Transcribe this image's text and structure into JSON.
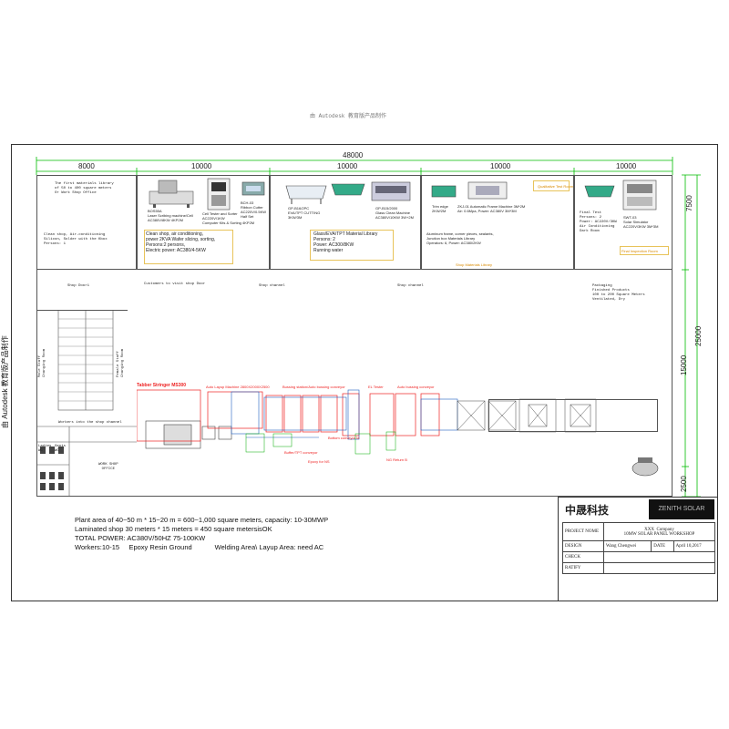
{
  "header": {
    "title": "由 Autodesk 教育版产品制作"
  },
  "side_watermark": "由 Autodesk 教育版产品制作",
  "dimensions": {
    "total": "48000",
    "bays": [
      "8000",
      "10000",
      "10000",
      "10000",
      "10000"
    ],
    "right": [
      "7500",
      "25000",
      "15000",
      "2500"
    ]
  },
  "rooms": {
    "materials": {
      "text": "The first materials library\nof 50 to 400 square meters\nOr Work Shop Office"
    },
    "clean_shop_left": {
      "text": "Clean shop, Air-conditioning\nSilicon, Solder with the Kbox\nPersons: 1"
    },
    "laser": {
      "label": "BOS55A\nLaser Scribing machine/Cell\nAC380V/8KW 4KP2M"
    },
    "cell_tester": {
      "label": "Cell Tester and Sorter\nAC220V/1KW\nComputer Kits & Sorting 4KP2M"
    },
    "ribbon": {
      "label": "BCH-03\nRibbon Cutter\nAC220V/0.5KW\nHalf Set"
    },
    "clean_shop_info": "Clean shop, air conditioning,\npower 2KVA Wafer slicing, sorting,\nPersons:2 persons,\nElectric power: AC380/4-5KW",
    "cutting": {
      "label": "GP-B16/2PC\nEVA/TPT CUTTING\n3KW/3M"
    },
    "glass_cleaning": {
      "label": "GP-B15/2000\nGlass Clean Machine\nAC380V/10KW 3W+2M"
    },
    "glass_lib": "Glass/EVA/TPT Material Library\nPersons: 2\nPower: AC300/8KW\nRunning water",
    "trim": {
      "label": "Trim edge\n2KW/2M"
    },
    "frame": {
      "label": "ZKJ-01 Automatic Frame Machine 3M*2M\nAir: 0.6Mpa, Power: AC380V 3M*3M"
    },
    "frame_info": "Aluminum frame, corner pieces, sealants,\nJunction box Materials Library\nOperators: 6, Power: AC380/2KW",
    "sun_sim": {
      "label": "SWT-03\nSolar Simulator\nAC220V/3KW 3M*3M"
    },
    "final_test": "Final Test\nPersons: 2\nPower: AC220V/3KW\nAir Conditioning\nDark Room",
    "yellow_room_1": "Qualitative Test Room",
    "yellow_room_2": "Final Inspection Room",
    "materials_note": "Shop Materials Library"
  },
  "corridor": {
    "shop_door": "Shop Door1",
    "visit_door": "Customers to visit shop Door",
    "shop_channel_1": "Shop channel",
    "shop_channel_2": "Shop channel",
    "packaging": "Packaging\nFinished Products\n100 to 200 Square Meters\nVentilated, Dry"
  },
  "left_zone": {
    "male": "Male Staff\nChanging Room",
    "female": "Female Staff\nChanging Room",
    "workers_channel": "Workers into the shop channel",
    "ladies": "Ladies\nWC",
    "gents": "Gents\nWC",
    "office": "WORK SHOP\nOFFICE"
  },
  "line": {
    "stringer": "Tabber Stringer MS300",
    "layup": "Auto Layup Machine 2800X2000X2500",
    "buss": "Bussing station/Auto bussing conveyor",
    "el": "EL Tester",
    "auto_conveyor": "Auto bussing conveyor",
    "bottom1": "Buffer/TPT conveyor",
    "bottom2": "Epoxy for NS",
    "bottom3": "Bottom conveyor M",
    "bottom4": "NG Return B"
  },
  "notes": [
    "Plant area of 40~50 m * 15~20 m = 600~1,000 square meters, capacity: 10-30MWP",
    "Laminated shop 30 meters * 15 meters = 450 square metersisOK",
    "TOTAL POWER: AC380V/50HZ  75-100KW",
    "Workers:10-15     Epoxy Resin Ground            Welding Area\\ Layup Area: need AC"
  ],
  "title_block": {
    "company_cn": "中晟科技",
    "logo_text": "ZENITH SOLAR",
    "project_label": "PROJECT NOME",
    "project_value": "XXX  Company\n10MW SOLAR PANEL WORKSHOP",
    "design_label": "DESIGN",
    "design_value": "Wang Chengwei",
    "date_label": "DATE",
    "date_value": "April 10,2017",
    "check_label": "CHECK",
    "ratify_label": "RATIFY"
  },
  "colors": {
    "dim": "#00bb00",
    "red": "#e22222",
    "orange": "#f0a000",
    "blue": "#2060c0"
  }
}
